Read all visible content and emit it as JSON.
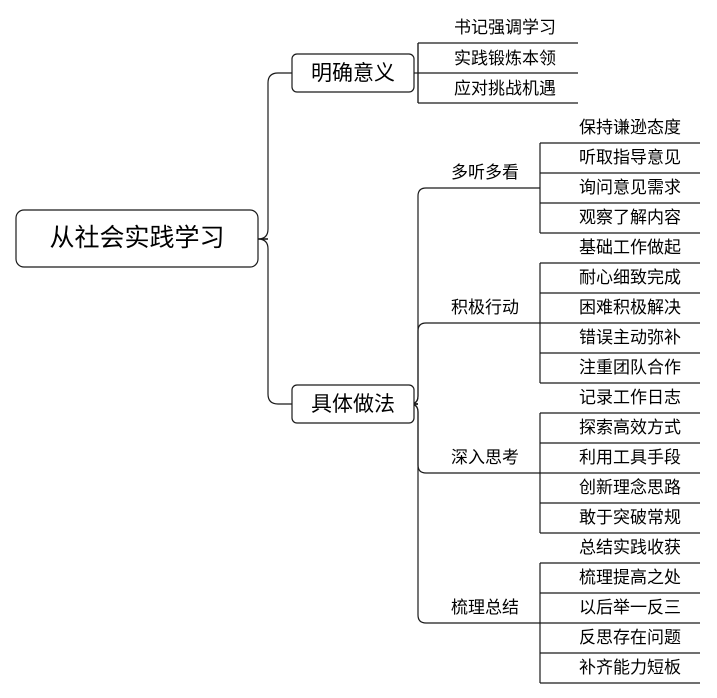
{
  "root": {
    "label": "从社会实践学习"
  },
  "branches": [
    {
      "label": "明确意义",
      "leaves": [
        "书记强调学习",
        "实践锻炼本领",
        "应对挑战机遇"
      ]
    },
    {
      "label": "具体做法",
      "groups": [
        {
          "label": "多听多看",
          "leaves": [
            "保持谦逊态度",
            "听取指导意见",
            "询问意见需求",
            "观察了解内容"
          ]
        },
        {
          "label": "积极行动",
          "leaves": [
            "基础工作做起",
            "耐心细致完成",
            "困难积极解决",
            "错误主动弥补",
            "注重团队合作"
          ]
        },
        {
          "label": "深入思考",
          "leaves": [
            "记录工作日志",
            "探索高效方式",
            "利用工具手段",
            "创新理念思路",
            "敢于突破常规"
          ]
        },
        {
          "label": "梳理总结",
          "leaves": [
            "总结实践收获",
            "梳理提高之处",
            "以后举一反三",
            "反思存在问题",
            "补齐能力短板"
          ]
        }
      ]
    }
  ]
}
